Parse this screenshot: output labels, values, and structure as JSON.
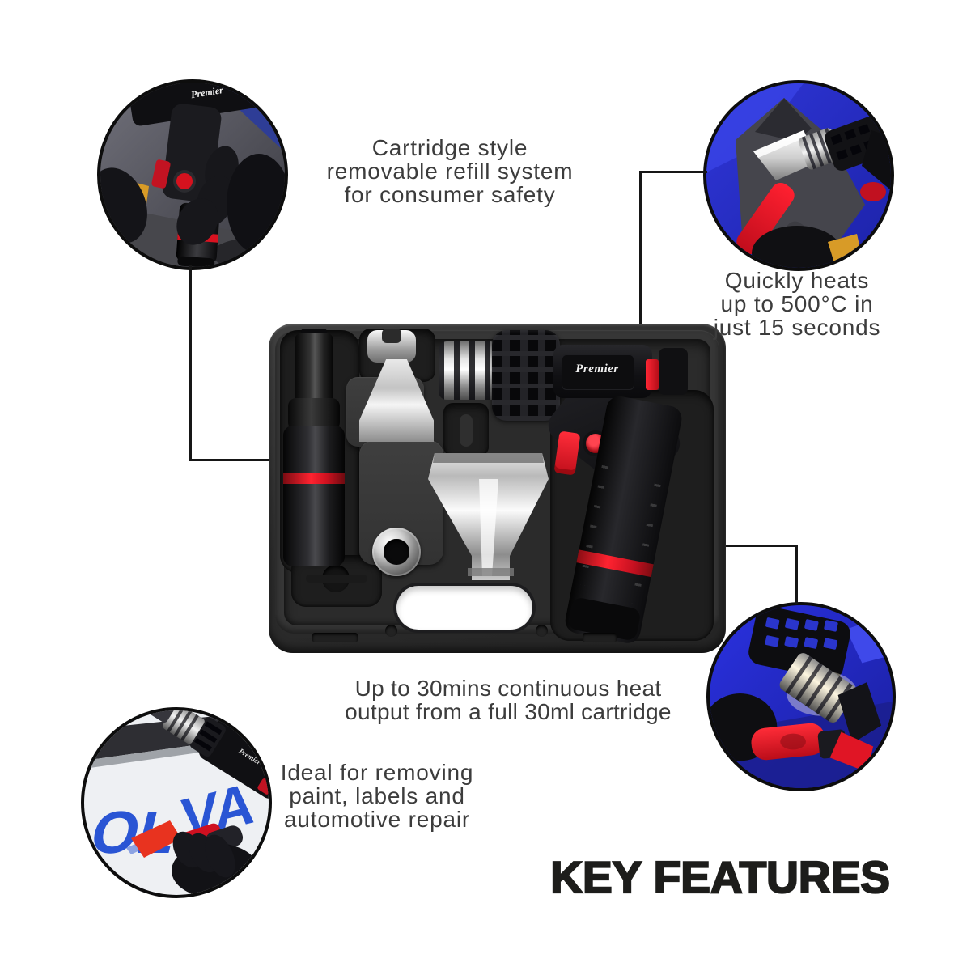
{
  "brand": {
    "label": "Premier"
  },
  "headline": {
    "text": "KEY FEATURES"
  },
  "features": {
    "cartridge": {
      "lines": [
        "Cartridge style",
        "removable refill system",
        "for consumer safety"
      ]
    },
    "heat": {
      "lines": [
        "Quickly heats",
        "up to 500°C in",
        "just 15 seconds"
      ]
    },
    "runtime": {
      "lines": [
        "Up to 30mins continuous heat",
        "output from a full 30ml cartridge"
      ]
    },
    "uses": {
      "lines": [
        "Ideal for removing",
        "paint, labels and",
        "automotive repair"
      ]
    }
  },
  "photos": {
    "cartridge_refill": {
      "alt": "Gloved hands fitting a cartridge refill into the heat tool handle"
    },
    "quick_heat": {
      "alt": "Heat tool with wide nozzle and red scraper lifting vinyl from a panel"
    },
    "continuous_heat": {
      "alt": "Close-up of the glowing heat nozzle and scraper against a blue panel"
    },
    "paint_removal": {
      "alt": "Heat tool and scraper removing blue lettering from a white panel",
      "letters": [
        "OL",
        "VA"
      ]
    }
  },
  "colors": {
    "background": "#ffffff",
    "accent_red": "#d91522",
    "feature_text": "#3c3c3c",
    "headline_text": "#1d1d1b",
    "connector": "#161616",
    "case_shell": "#2e2e2e",
    "photo_blue": "#2a31d0",
    "chrome": "#d9d9d9"
  }
}
